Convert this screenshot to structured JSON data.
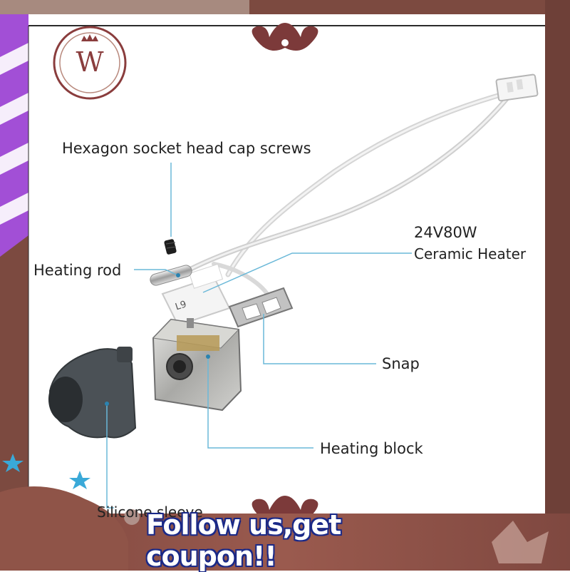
{
  "logo": {
    "letter": "W"
  },
  "labels": {
    "screws": "Hexagon socket head cap screws",
    "heating_rod": "Heating rod",
    "heater_line1": "24V80W",
    "heater_line2": "Ceramic Heater",
    "snap": "Snap",
    "heating_block": "Heating block",
    "sleeve": "Silicone sleeve"
  },
  "heater_marking": "L9",
  "banner": {
    "text": "Follow us,get coupon!!"
  },
  "colors": {
    "frame_brown": "#7c4a40",
    "frame_purple": "#a24fd6",
    "leader_line": "#6ab8d8",
    "sleeve": "#4b5156",
    "block_metal": "#b9b9b6",
    "banner_blue": "#1b2a88"
  }
}
